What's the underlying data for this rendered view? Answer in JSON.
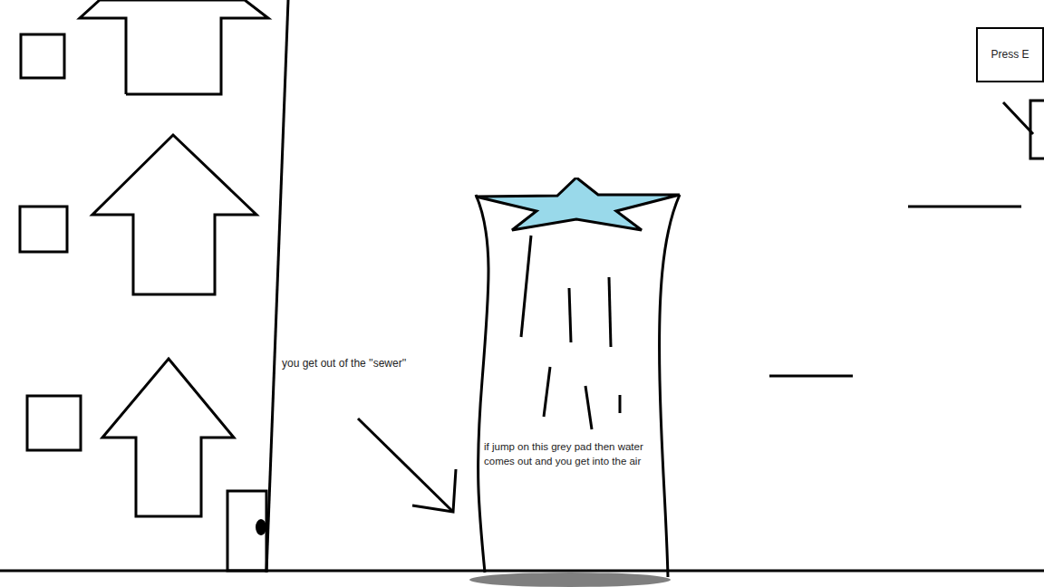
{
  "diagram": {
    "nodes": [
      {
        "text": [
          "if jump on this grey pad then water comes out and you get into the air"
        ]
      },
      {
        "text": [
          "Press E"
        ]
      }
    ],
    "labels": [
      "you get out of the ''sewer''"
    ]
  }
}
